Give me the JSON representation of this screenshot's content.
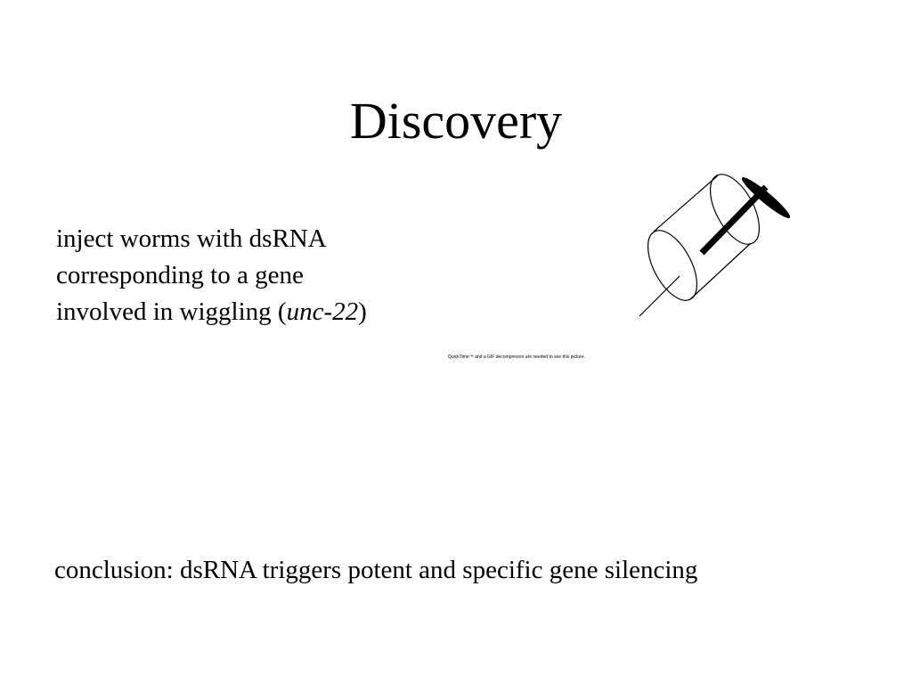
{
  "slide": {
    "title": "Discovery",
    "body": {
      "line1": "inject worms with dsRNA",
      "line2": "corresponding to a gene",
      "line3_before": "involved in wiggling (",
      "line3_gene": "unc-22",
      "line3_after": ")"
    },
    "placeholder_note": "QuickTime™ and a GIF decompressor are needed to see this picture.",
    "conclusion": "conclusion: dsRNA triggers potent and specific gene silencing"
  },
  "colors": {
    "background": "#ffffff",
    "ink": "#000000"
  }
}
